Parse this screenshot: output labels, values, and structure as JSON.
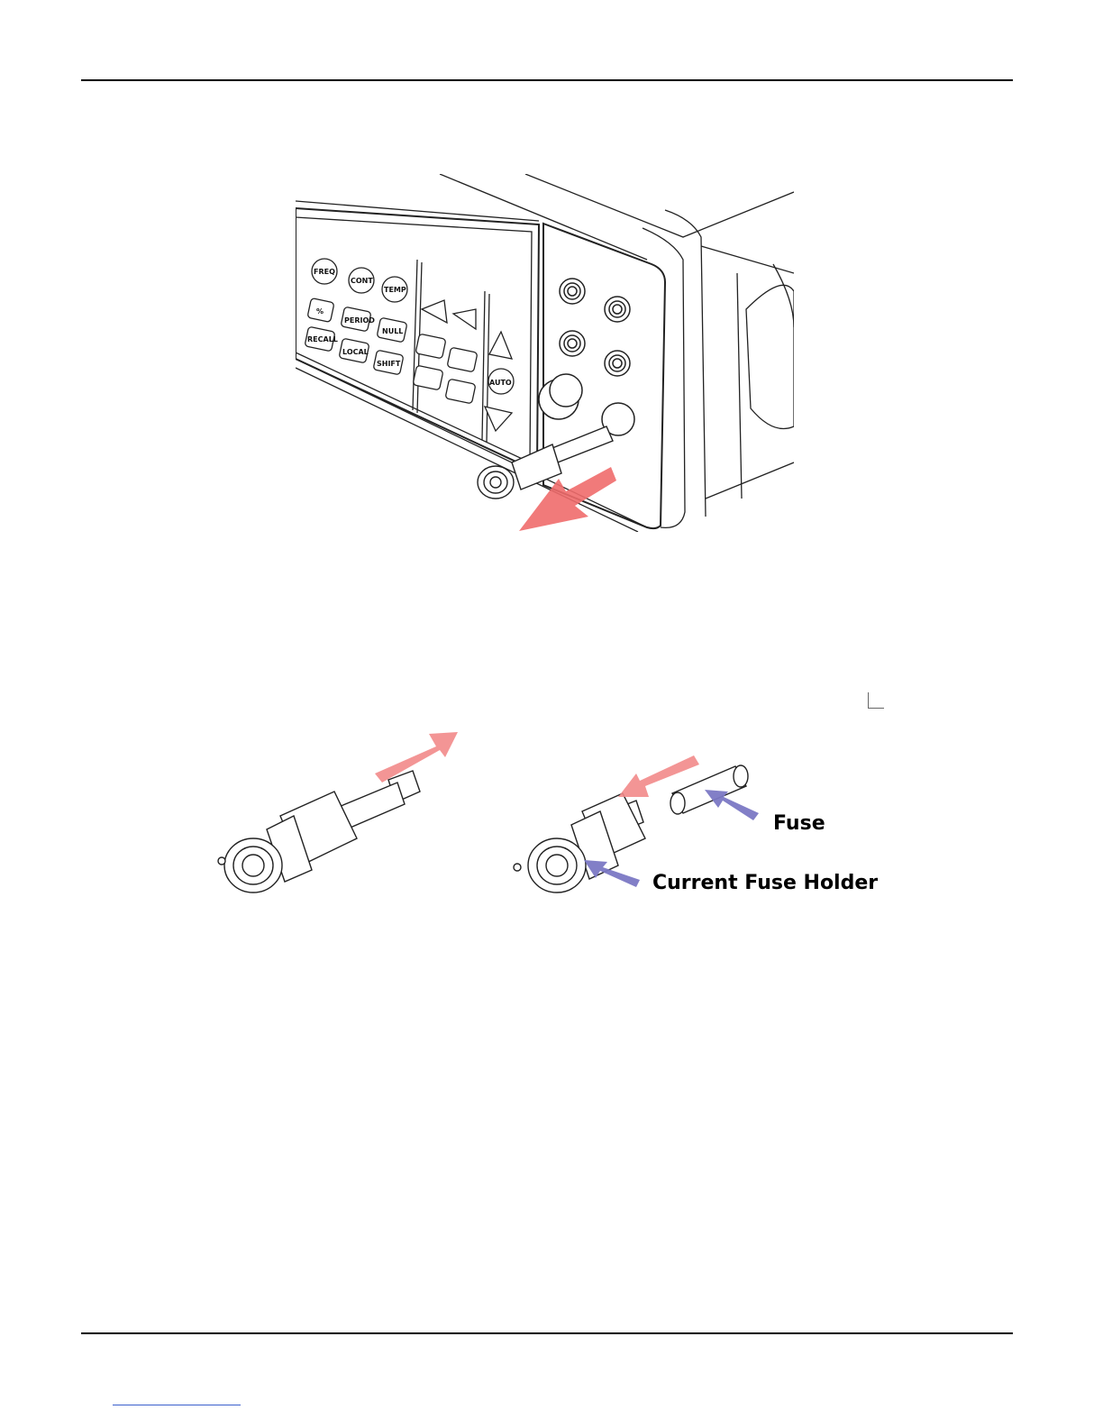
{
  "figure1": {
    "keys": [
      "FREQ",
      "CONT",
      "TEMP",
      "%",
      "PERIOD",
      "NULL",
      "RECALL",
      "LOCAL",
      "SHIFT",
      "AUTO"
    ],
    "arrow_color": "#f06b6b"
  },
  "figure2": {
    "labels": {
      "fuse": "Fuse",
      "holder": "Current Fuse Holder"
    },
    "arrow_color": "#f28a8a",
    "pointer_color": "#7b78c4"
  }
}
